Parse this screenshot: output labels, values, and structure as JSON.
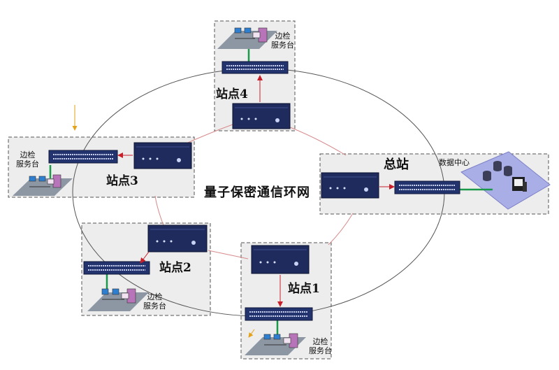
{
  "ring_label": "量子保密通信环网",
  "center_station": {
    "label": "总站",
    "datacenter_label": "数据中心"
  },
  "sites": [
    {
      "id": "site1",
      "label": "站点1"
    },
    {
      "id": "site2",
      "label": "站点2"
    },
    {
      "id": "site3",
      "label": "站点3"
    },
    {
      "id": "site4",
      "label": "站点4"
    }
  ],
  "desk_label": {
    "line1": "边检",
    "line2": "服务台"
  },
  "colors": {
    "box_fill": "#ededed",
    "device_body": "#1e2b5c",
    "switch_body": "#23336e",
    "platform": "#8d96a3",
    "arrow": "#c8202a",
    "link_green": "#1a9a4a",
    "ring_line": "#555555",
    "ring_link": "#d88a8a",
    "datacenter_platform": "#a9aee6"
  }
}
